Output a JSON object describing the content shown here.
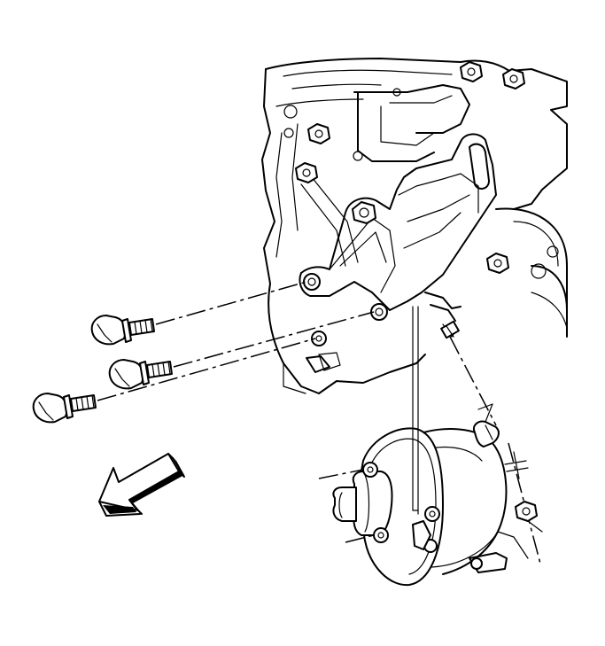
{
  "diagram": {
    "ink_color": "#000000",
    "background_color": "#ffffff",
    "components": [
      "engine-block",
      "pump-mounting-bracket",
      "power-steering-pump",
      "mounting-bolt-upper",
      "mounting-bolt-middle",
      "mounting-bolt-lower",
      "pump-stud-nut",
      "direction-arrow-icon"
    ]
  }
}
